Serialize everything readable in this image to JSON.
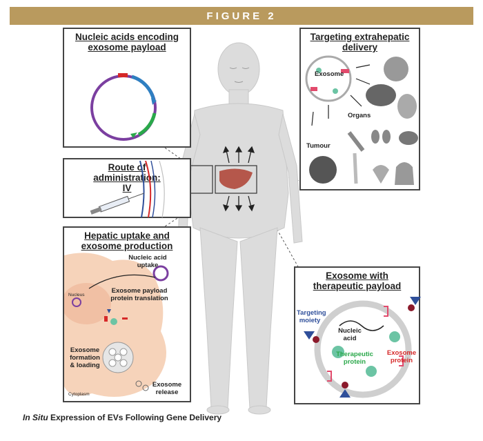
{
  "banner": {
    "title": "FIGURE 2"
  },
  "panels": {
    "nucleic": {
      "title": "Nucleic acids encoding exosome payload"
    },
    "route": {
      "title": "Route of administration: IV"
    },
    "hepatic": {
      "title": "Hepatic uptake and exosome production",
      "labels": {
        "uptake": "Nucleic acid uptake",
        "nucleus": "Nucleus",
        "translation": "Exosome payload protein translation",
        "formation": "Exosome formation & loading",
        "cytoplasm": "Cytoplasm",
        "release": "Exosome release"
      }
    },
    "targeting": {
      "title": "Targeting extrahepatic delivery",
      "labels": {
        "exosome": "Exosome",
        "organs": "Organs",
        "tumour": "Tumour"
      }
    },
    "therapeutic": {
      "title": "Exosome with therapeutic payload",
      "labels": {
        "moiety": "Targeting moiety",
        "nucleic": "Nucleic acid",
        "therapeutic": "Therapeutic protein",
        "exosome_protein": "Exosome protein"
      }
    }
  },
  "caption": {
    "italic": "In Situ",
    "rest": " Expression of EVs Following Gene Delivery"
  },
  "colors": {
    "banner": "#b99a5e",
    "body": "#dcdcdc",
    "liver": "#b5574b",
    "purple": "#7b3fa0",
    "blue": "#2f7fc1",
    "green": "#2aa84a",
    "red": "#d62828",
    "cell": "#f6d3ba",
    "pink": "#e24a6c",
    "teal": "#6cc4a4"
  }
}
